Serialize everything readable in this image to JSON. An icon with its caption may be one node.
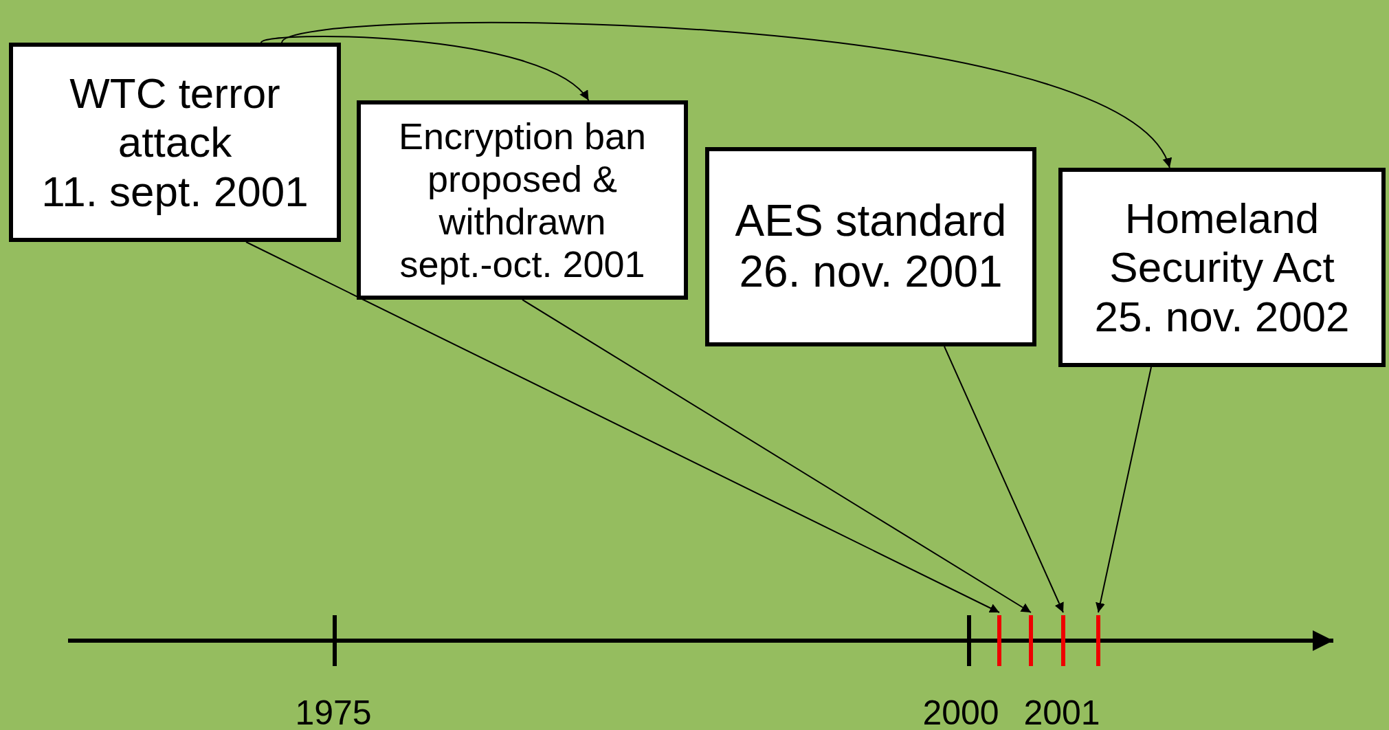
{
  "diagram": {
    "nodes": [
      {
        "text": [
          "WTC terror attack",
          "11. sept. 2001"
        ]
      },
      {
        "text": [
          "Encryption ban proposed & withdrawn",
          "sept.-oct. 2001"
        ]
      },
      {
        "text": [
          "AES standard",
          "26. nov. 2001"
        ]
      },
      {
        "text": [
          "Homeland Security Act",
          "25. nov. 2002"
        ]
      },
      {
        "text": [],
        "shape": "bar"
      },
      {
        "text": [],
        "shape": "bar"
      },
      {
        "text": [],
        "shape": "bar"
      },
      {
        "text": [],
        "shape": "bar"
      }
    ],
    "edges": [
      {
        "from": 0,
        "to": 1,
        "arrow": "to"
      },
      {
        "from": 0,
        "to": 3,
        "arrow": "to"
      },
      {
        "from": 0,
        "to": 4,
        "arrow": "to"
      },
      {
        "from": 1,
        "to": 5,
        "arrow": "to"
      },
      {
        "from": 2,
        "to": 6,
        "arrow": "to"
      },
      {
        "from": 3,
        "to": 7,
        "arrow": "to"
      }
    ],
    "labels": [
      "1975",
      "2000",
      "2001"
    ]
  }
}
